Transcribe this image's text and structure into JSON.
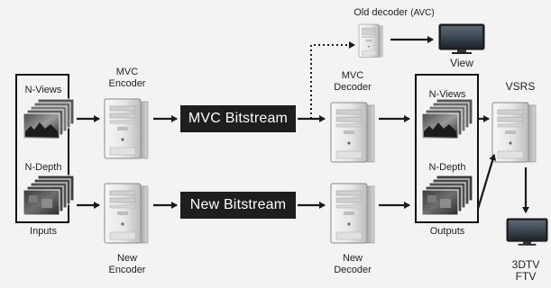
{
  "labels": {
    "old_decoder": "Old decoder",
    "old_decoder_suffix": "(AVC)",
    "view": "View",
    "mvc_encoder_line1": "MVC",
    "mvc_encoder_line2": "Encoder",
    "mvc_decoder_line1": "MVC",
    "mvc_decoder_line2": "Decoder",
    "vsrs": "VSRS",
    "inputs_nviews": "N-Views",
    "inputs_ndepth": "N-Depth",
    "outputs_nviews": "N-Views",
    "outputs_ndepth": "N-Depth",
    "inputs": "Inputs",
    "outputs": "Outputs",
    "new_encoder_line1": "New",
    "new_encoder_line2": "Encoder",
    "new_decoder_line1": "New",
    "new_decoder_line2": "Decoder",
    "display_line1": "3DTV",
    "display_line2": "FTV"
  },
  "streams": {
    "mvc": "MVC Bitstream",
    "new": "New Bitstream"
  }
}
